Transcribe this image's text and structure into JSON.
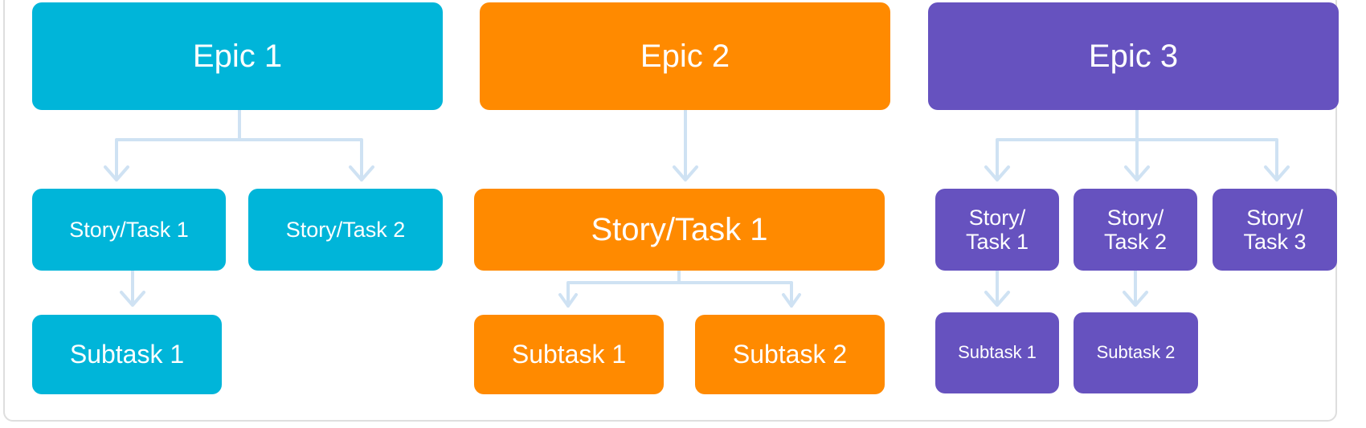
{
  "colors": {
    "cyan": "#00b5d9",
    "orange": "#ff8a00",
    "purple": "#6652bf",
    "connector": "#cfe2f3"
  },
  "epic1": {
    "title": "Epic 1",
    "stories": [
      "Story/Task 1",
      "Story/Task 2"
    ],
    "subtasks": [
      "Subtask 1"
    ]
  },
  "epic2": {
    "title": "Epic 2",
    "stories": [
      "Story/Task 1"
    ],
    "subtasks": [
      "Subtask 1",
      "Subtask 2"
    ]
  },
  "epic3": {
    "title": "Epic 3",
    "stories": [
      "Story/\nTask 1",
      "Story/\nTask 2",
      "Story/\nTask 3"
    ],
    "subtasks": [
      "Subtask 1",
      "Subtask 2"
    ]
  }
}
